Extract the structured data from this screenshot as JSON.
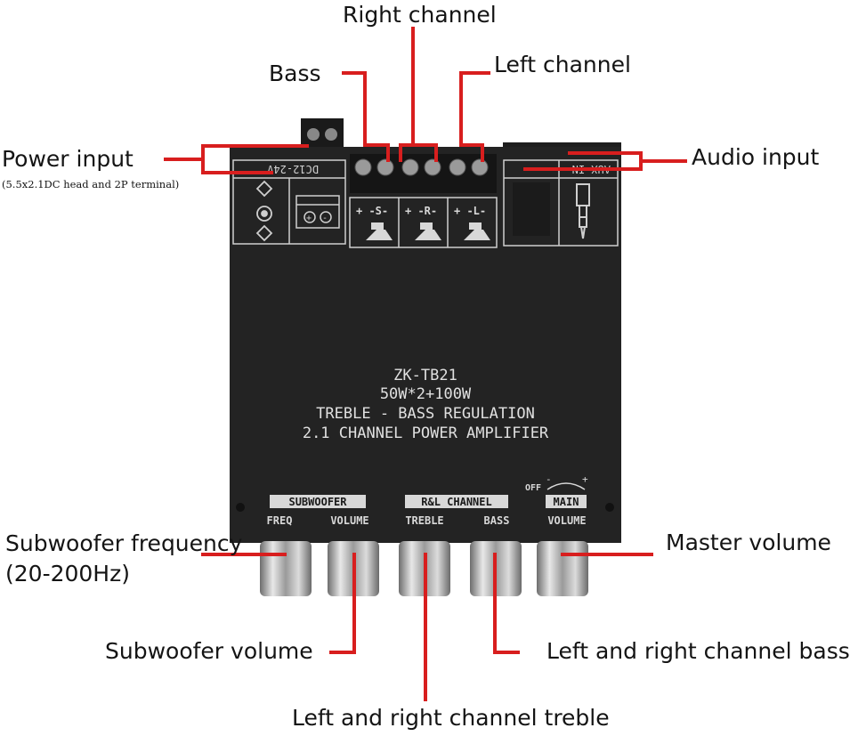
{
  "labels": {
    "right_channel": "Right channel",
    "bass": "Bass",
    "left_channel": "Left channel",
    "power_input": "Power input",
    "power_input_note": "(5.5x2.1DC head and 2P terminal)",
    "audio_input": "Audio input",
    "subwoofer_frequency": "Subwoofer frequency (20-200Hz)",
    "master_volume": "Master volume",
    "subwoofer_volume": "Subwoofer volume",
    "lr_bass": "Left and right channel bass",
    "lr_treble": "Left and right channel treble"
  },
  "board": {
    "model": "ZK-TB21",
    "power_rating": "50W*2+100W",
    "feature": "TREBLE - BASS REGULATION",
    "description": "2.1 CHANNEL POWER AMPLIFIER",
    "dc_label": "DC12-24V",
    "aux_label": "AUX IN",
    "speaker_s": "+ -S-",
    "speaker_r": "+ -R-",
    "speaker_l": "+ -L-",
    "group_subwoofer": "SUBWOOFER",
    "group_rl": "R&L CHANNEL",
    "group_main": "MAIN",
    "knob_freq": "FREQ",
    "knob_volume": "VOLUME",
    "knob_treble": "TREBLE",
    "knob_bass": "BASS",
    "knob_main_volume": "VOLUME",
    "off_label": "OFF"
  },
  "colors": {
    "leader": "#d81e1e",
    "board": "#232323",
    "silkscreen": "#d8d8d8",
    "knob": "#bcbcbc"
  }
}
